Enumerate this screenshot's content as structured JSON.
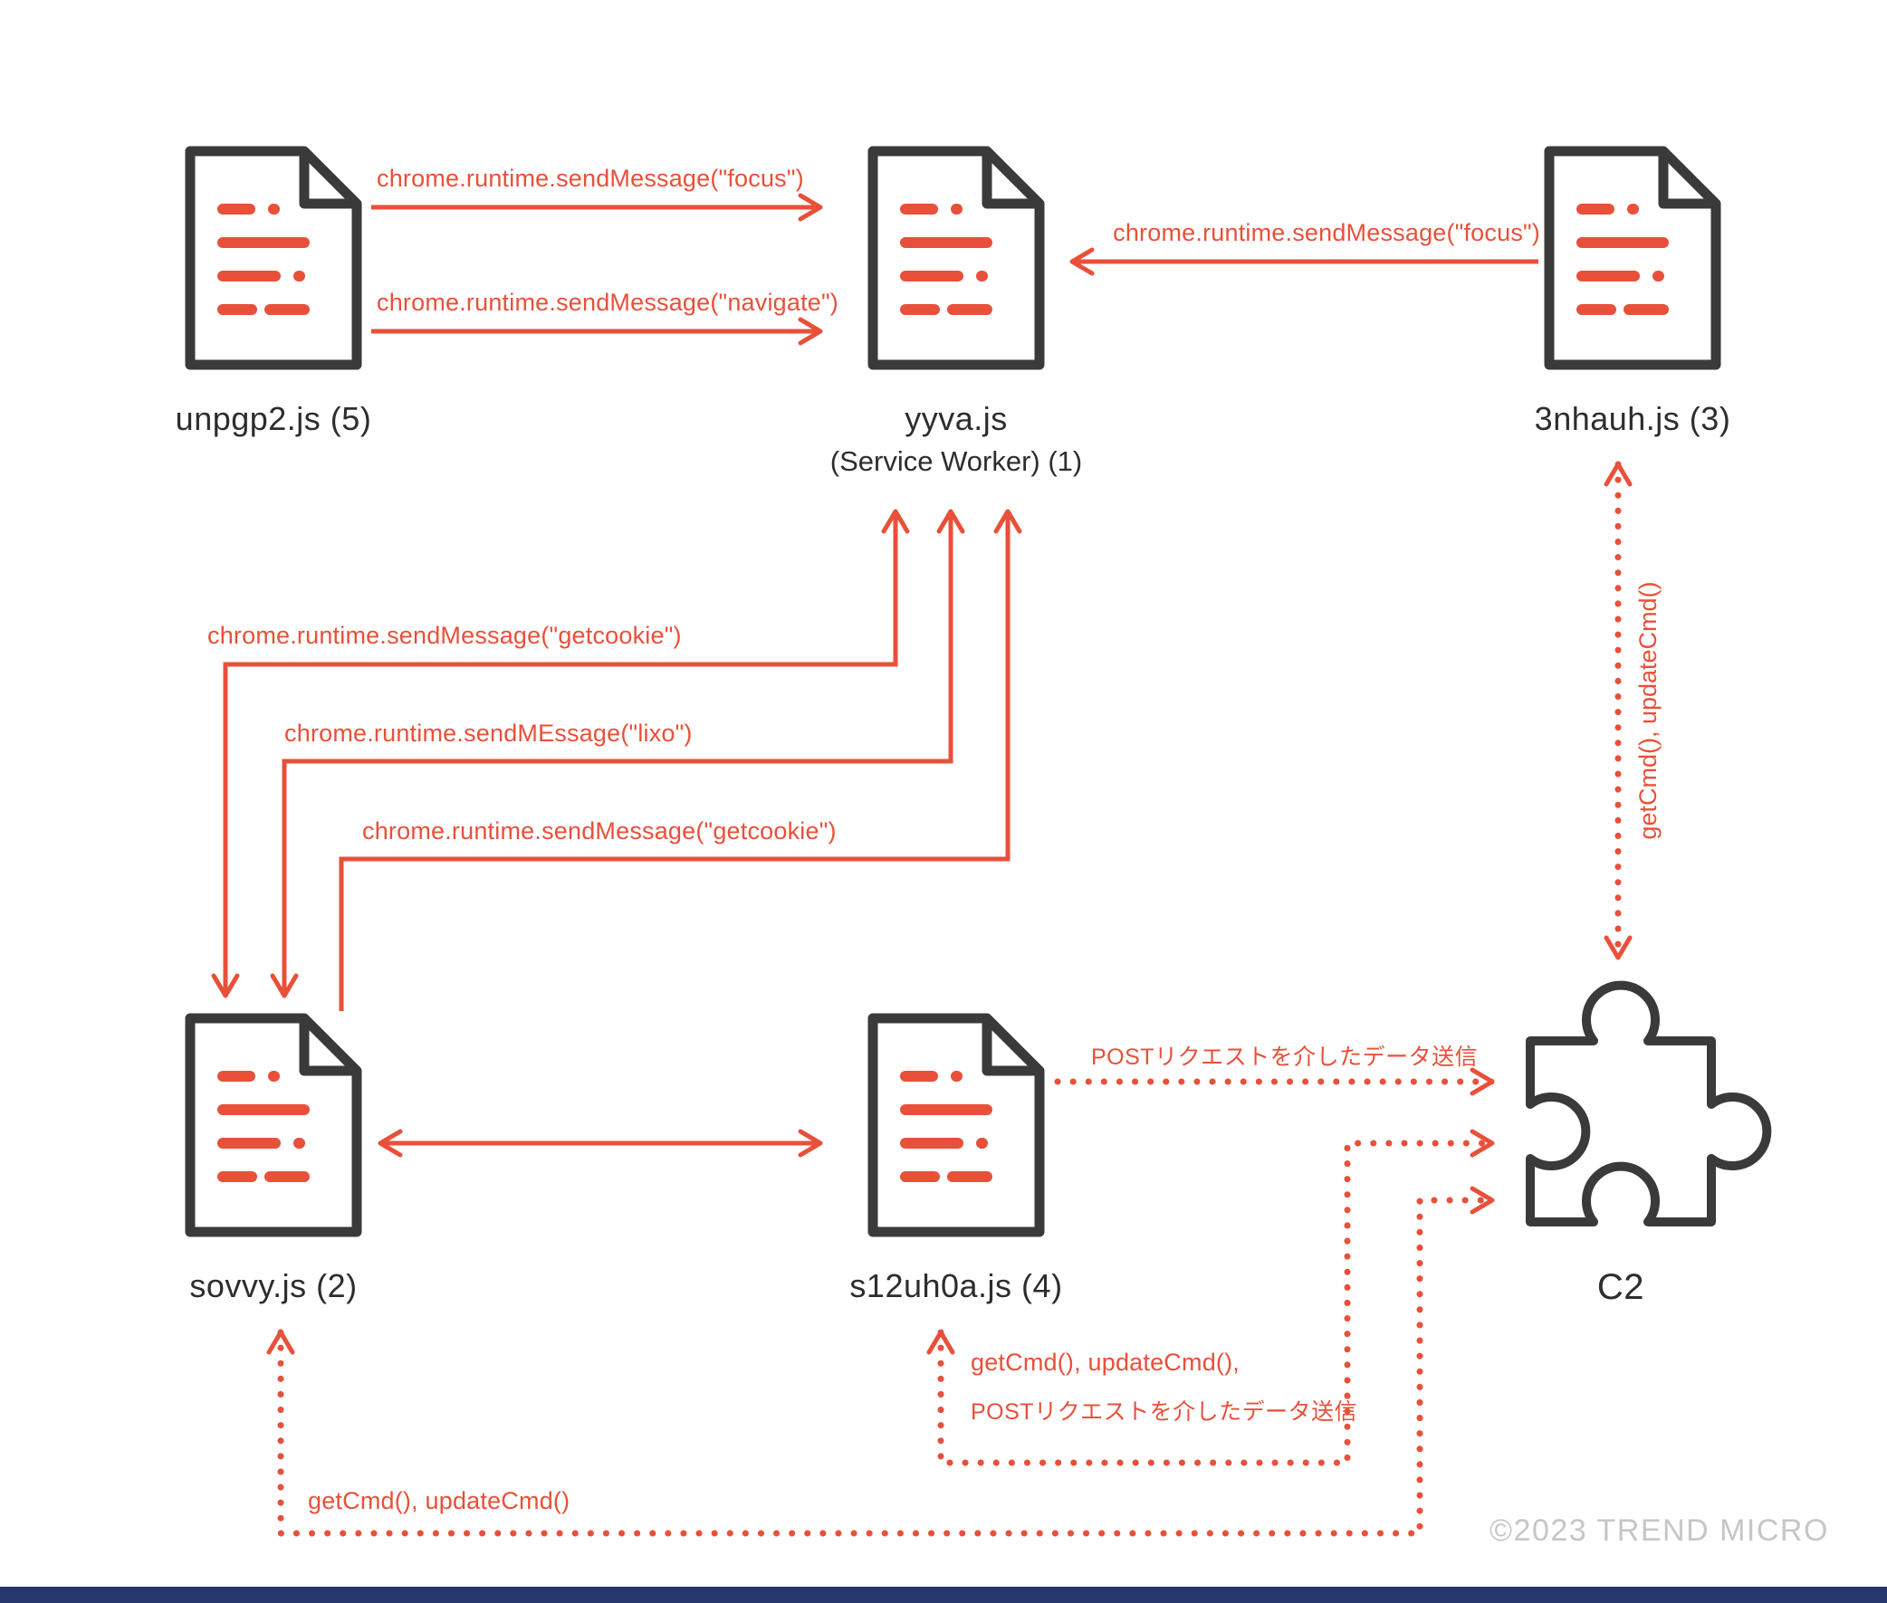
{
  "page": {
    "copyright": "©2023 TREND MICRO"
  },
  "colors": {
    "accent": "#e8503a",
    "outline": "#3a3a3a",
    "label_text": "#2d2d2d",
    "copyright_text": "#c6c6c6",
    "footer_bar": "#24386e",
    "background": "#ffffff"
  },
  "nodes": {
    "unpgp2": {
      "label": "unpgp2.js (5)"
    },
    "yyva": {
      "label": "yyva.js",
      "sublabel": "(Service Worker) (1)"
    },
    "nhauh3": {
      "label": "3nhauh.js (3)"
    },
    "sovvy": {
      "label": "sovvy.js (2)"
    },
    "s12uh0a": {
      "label": "s12uh0a.js (4)"
    },
    "c2": {
      "label": "C2"
    }
  },
  "edges": {
    "focus_unpgp2_yyva": "chrome.runtime.sendMessage(\"focus\")",
    "navigate_unpgp2_yyva": "chrome.runtime.sendMessage(\"navigate\")",
    "focus_3nhauh_yyva": "chrome.runtime.sendMessage(\"focus\")",
    "getcookie_1": "chrome.runtime.sendMessage(\"getcookie\")",
    "lixo": "chrome.runtime.sendMEssage(\"lixo\")",
    "getcookie_2": "chrome.runtime.sendMessage(\"getcookie\")",
    "post_data_top": "POSTリクエストを介したデータ送信",
    "getcmd_vertical": "getCmd(), updateCmd()",
    "getcmd_s12uh0a_line1": "getCmd(), updateCmd(),",
    "getcmd_s12uh0a_line2": "POSTリクエストを介したデータ送信",
    "getcmd_sovvy": "getCmd(), updateCmd()"
  }
}
